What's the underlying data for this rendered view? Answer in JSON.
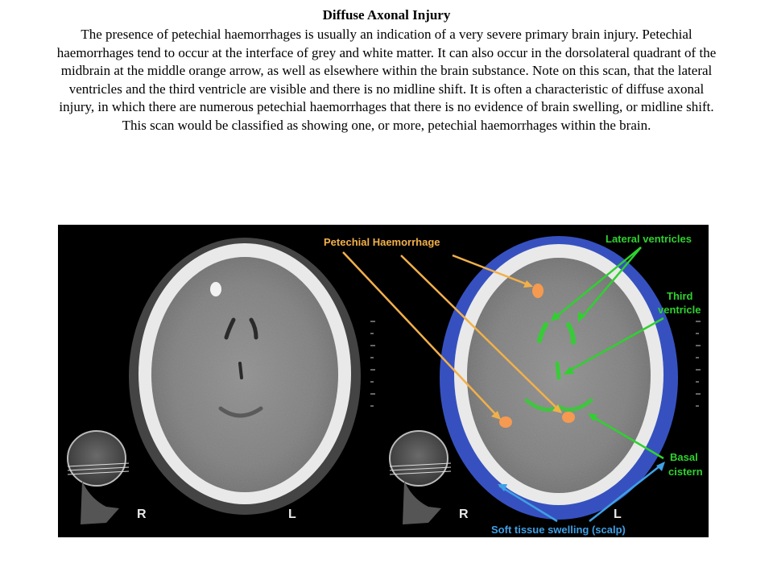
{
  "slide": {
    "title": "Diffuse  Axonal Injury",
    "body": " The presence of petechial haemorrhages is usually an indication of a very severe primary brain injury. Petechial haemorrhages tend to occur at the interface of grey and white matter. It can also occur in the dorsolateral quadrant of the midbrain at the middle orange arrow, as well as elsewhere within the brain substance. Note on this scan, that the lateral ventricles and the third ventricle are visible and there is no midline shift. It is often a characteristic  of diffuse axonal injury, in which there are numerous petechial haemorrhages  that there is no evidence of brain swelling, or midline shift. This scan would be classified as showing one, or more, petechial haemorrhages  within the brain."
  },
  "figure": {
    "left_scan": {
      "side_right": "R",
      "side_left": "L"
    },
    "right_scan": {
      "side_right": "R",
      "side_left": "L",
      "labels": {
        "petechial": "Petechial Haemorrhage",
        "lateral": "Lateral ventricles",
        "third_line1": "Third",
        "third_line2": "ventricle",
        "basal_line1": "Basal",
        "basal_line2": "cistern",
        "soft_tissue": "Soft tissue swelling (scalp)"
      }
    },
    "colors": {
      "petechial": "#f2b04a",
      "ventricle": "#2fd12f",
      "soft_tissue": "#3fa0e6",
      "scalp_overlay": "#3f5fe0",
      "haemorrhage_spot": "#f59a50"
    }
  }
}
